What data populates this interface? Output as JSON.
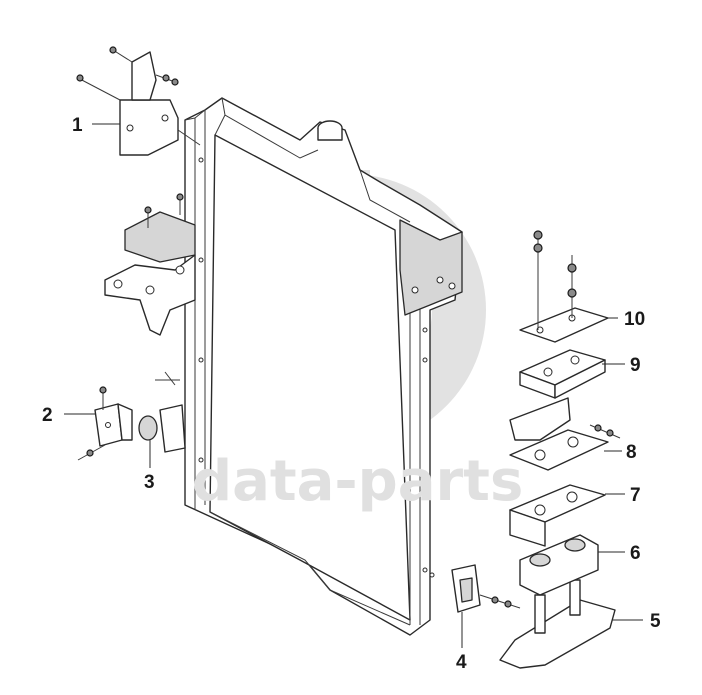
{
  "watermark": {
    "text": "data-parts",
    "color": "#e0e0e0"
  },
  "callouts": [
    {
      "id": "1",
      "label": "1"
    },
    {
      "id": "2",
      "label": "2"
    },
    {
      "id": "3",
      "label": "3"
    },
    {
      "id": "4",
      "label": "4"
    },
    {
      "id": "5",
      "label": "5"
    },
    {
      "id": "6",
      "label": "6"
    },
    {
      "id": "7",
      "label": "7"
    },
    {
      "id": "8",
      "label": "8"
    },
    {
      "id": "9",
      "label": "9"
    },
    {
      "id": "10",
      "label": "10"
    }
  ]
}
